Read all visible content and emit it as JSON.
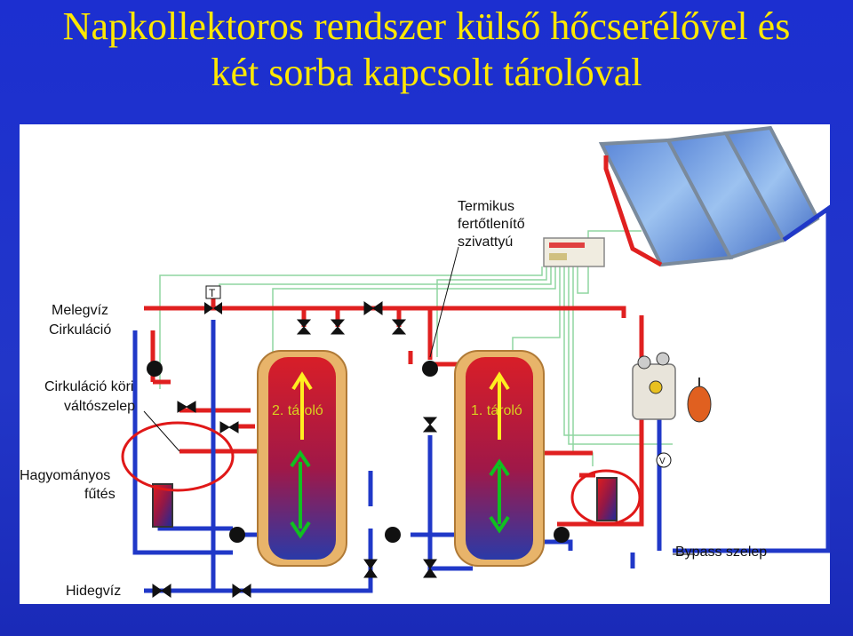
{
  "title": {
    "line1": "Napkollektoros rendszer külső hőcserélővel és",
    "line2": "két sorba kapcsolt tárolóval"
  },
  "labels": {
    "termikus_1": "Termikus",
    "termikus_2": "fertőtlenítő",
    "termikus_3": "szivattyú",
    "melegviz": "Melegvíz",
    "cirkulacio": "Cirkuláció",
    "cirk_valto_1": "Cirkuláció köri",
    "cirk_valto_2": "váltószelep",
    "hagyomanyos_1": "Hagyományos",
    "hagyomanyos_2": "fűtés",
    "hidegviz": "Hidegvíz",
    "bypass": "Bypass szelep",
    "tank2": "2. tároló",
    "tank1": "1. tároló",
    "t_symbol": "T",
    "v_symbol": "V"
  },
  "colors": {
    "background": "#2236c8",
    "title": "#ffe800",
    "hot_pipe": "#e02020",
    "cold_pipe": "#2038c8",
    "control_wire": "#8fd6a0",
    "tank_hot": "#d8202a",
    "tank_cold": "#2a3aa0",
    "tank_shell": "#e8b46a",
    "arrow_up": "#ffef20",
    "arrow_green": "#10c020",
    "highlight_circle": "#e01818"
  }
}
